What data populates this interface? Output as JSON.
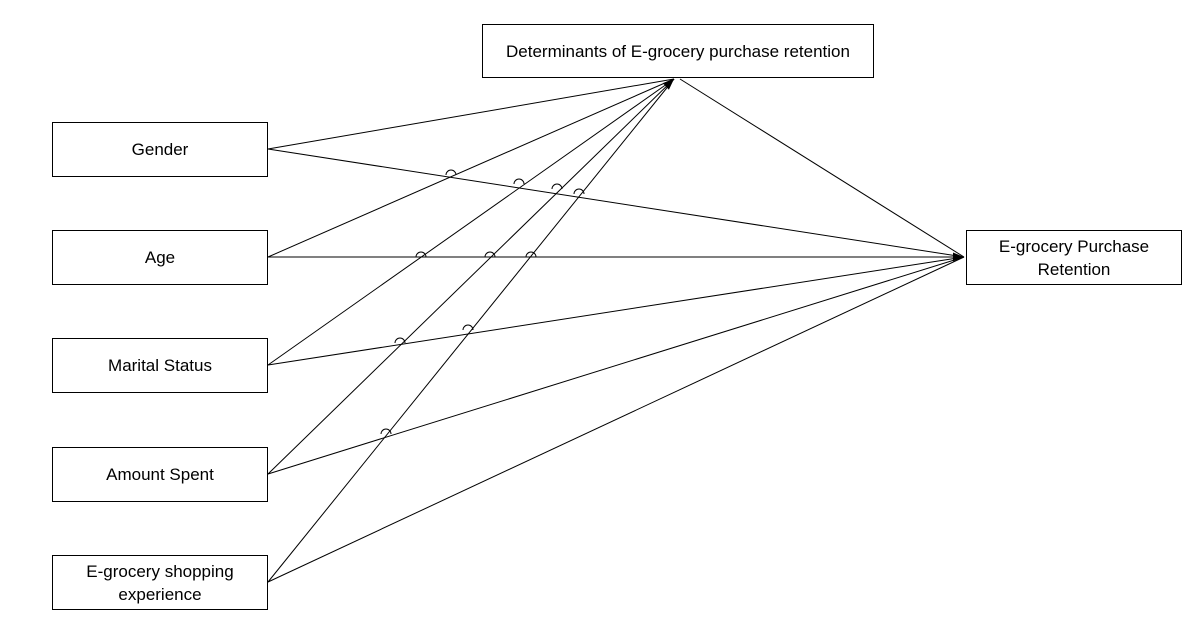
{
  "nodes": {
    "determinants": {
      "label": "Determinants of E-grocery purchase retention"
    },
    "gender": {
      "label": "Gender"
    },
    "age": {
      "label": "Age"
    },
    "marital_status": {
      "label": "Marital Status"
    },
    "amount_spent": {
      "label": "Amount Spent"
    },
    "shopping_experience": {
      "label": "E-grocery shopping experience"
    },
    "retention": {
      "label": "E-grocery Purchase Retention"
    }
  },
  "edges": [
    {
      "from": "gender",
      "to": "determinants"
    },
    {
      "from": "age",
      "to": "determinants"
    },
    {
      "from": "marital_status",
      "to": "determinants"
    },
    {
      "from": "amount_spent",
      "to": "determinants"
    },
    {
      "from": "shopping_experience",
      "to": "determinants"
    },
    {
      "from": "gender",
      "to": "retention"
    },
    {
      "from": "age",
      "to": "retention"
    },
    {
      "from": "marital_status",
      "to": "retention"
    },
    {
      "from": "amount_spent",
      "to": "retention"
    },
    {
      "from": "shopping_experience",
      "to": "retention"
    },
    {
      "from": "determinants",
      "to": "retention"
    }
  ]
}
